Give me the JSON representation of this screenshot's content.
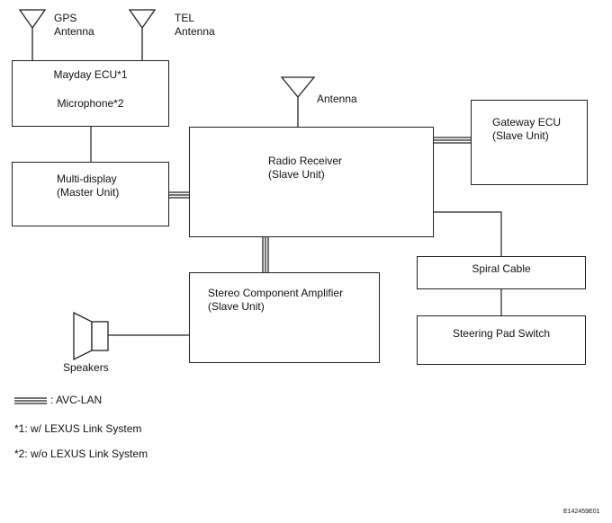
{
  "antennas": {
    "gps": {
      "line1": "GPS",
      "line2": "Antenna"
    },
    "tel": {
      "line1": "TEL",
      "line2": "Antenna"
    },
    "radio": {
      "label": "Antenna"
    }
  },
  "boxes": {
    "mayday_ecu": {
      "line1": "Mayday ECU*1",
      "line2": "Microphone*2"
    },
    "multi_display": {
      "line1": "Multi-display",
      "line2": "(Master Unit)"
    },
    "radio_receiver": {
      "line1": "Radio Receiver",
      "line2": "(Slave Unit)"
    },
    "gateway_ecu": {
      "line1": "Gateway ECU",
      "line2": "(Slave Unit)"
    },
    "spiral_cable": {
      "label": "Spiral Cable"
    },
    "steering_pad_switch": {
      "label": "Steering Pad Switch"
    },
    "stereo_amplifier": {
      "line1": "Stereo Component Amplifier",
      "line2": "(Slave Unit)"
    }
  },
  "speakers": {
    "label": "Speakers"
  },
  "legend": {
    "avc_lan": ": AVC-LAN"
  },
  "notes": {
    "note1": "*1: w/ LEXUS Link System",
    "note2": "*2: w/o LEXUS Link System"
  },
  "figure_code": "E142459E01"
}
